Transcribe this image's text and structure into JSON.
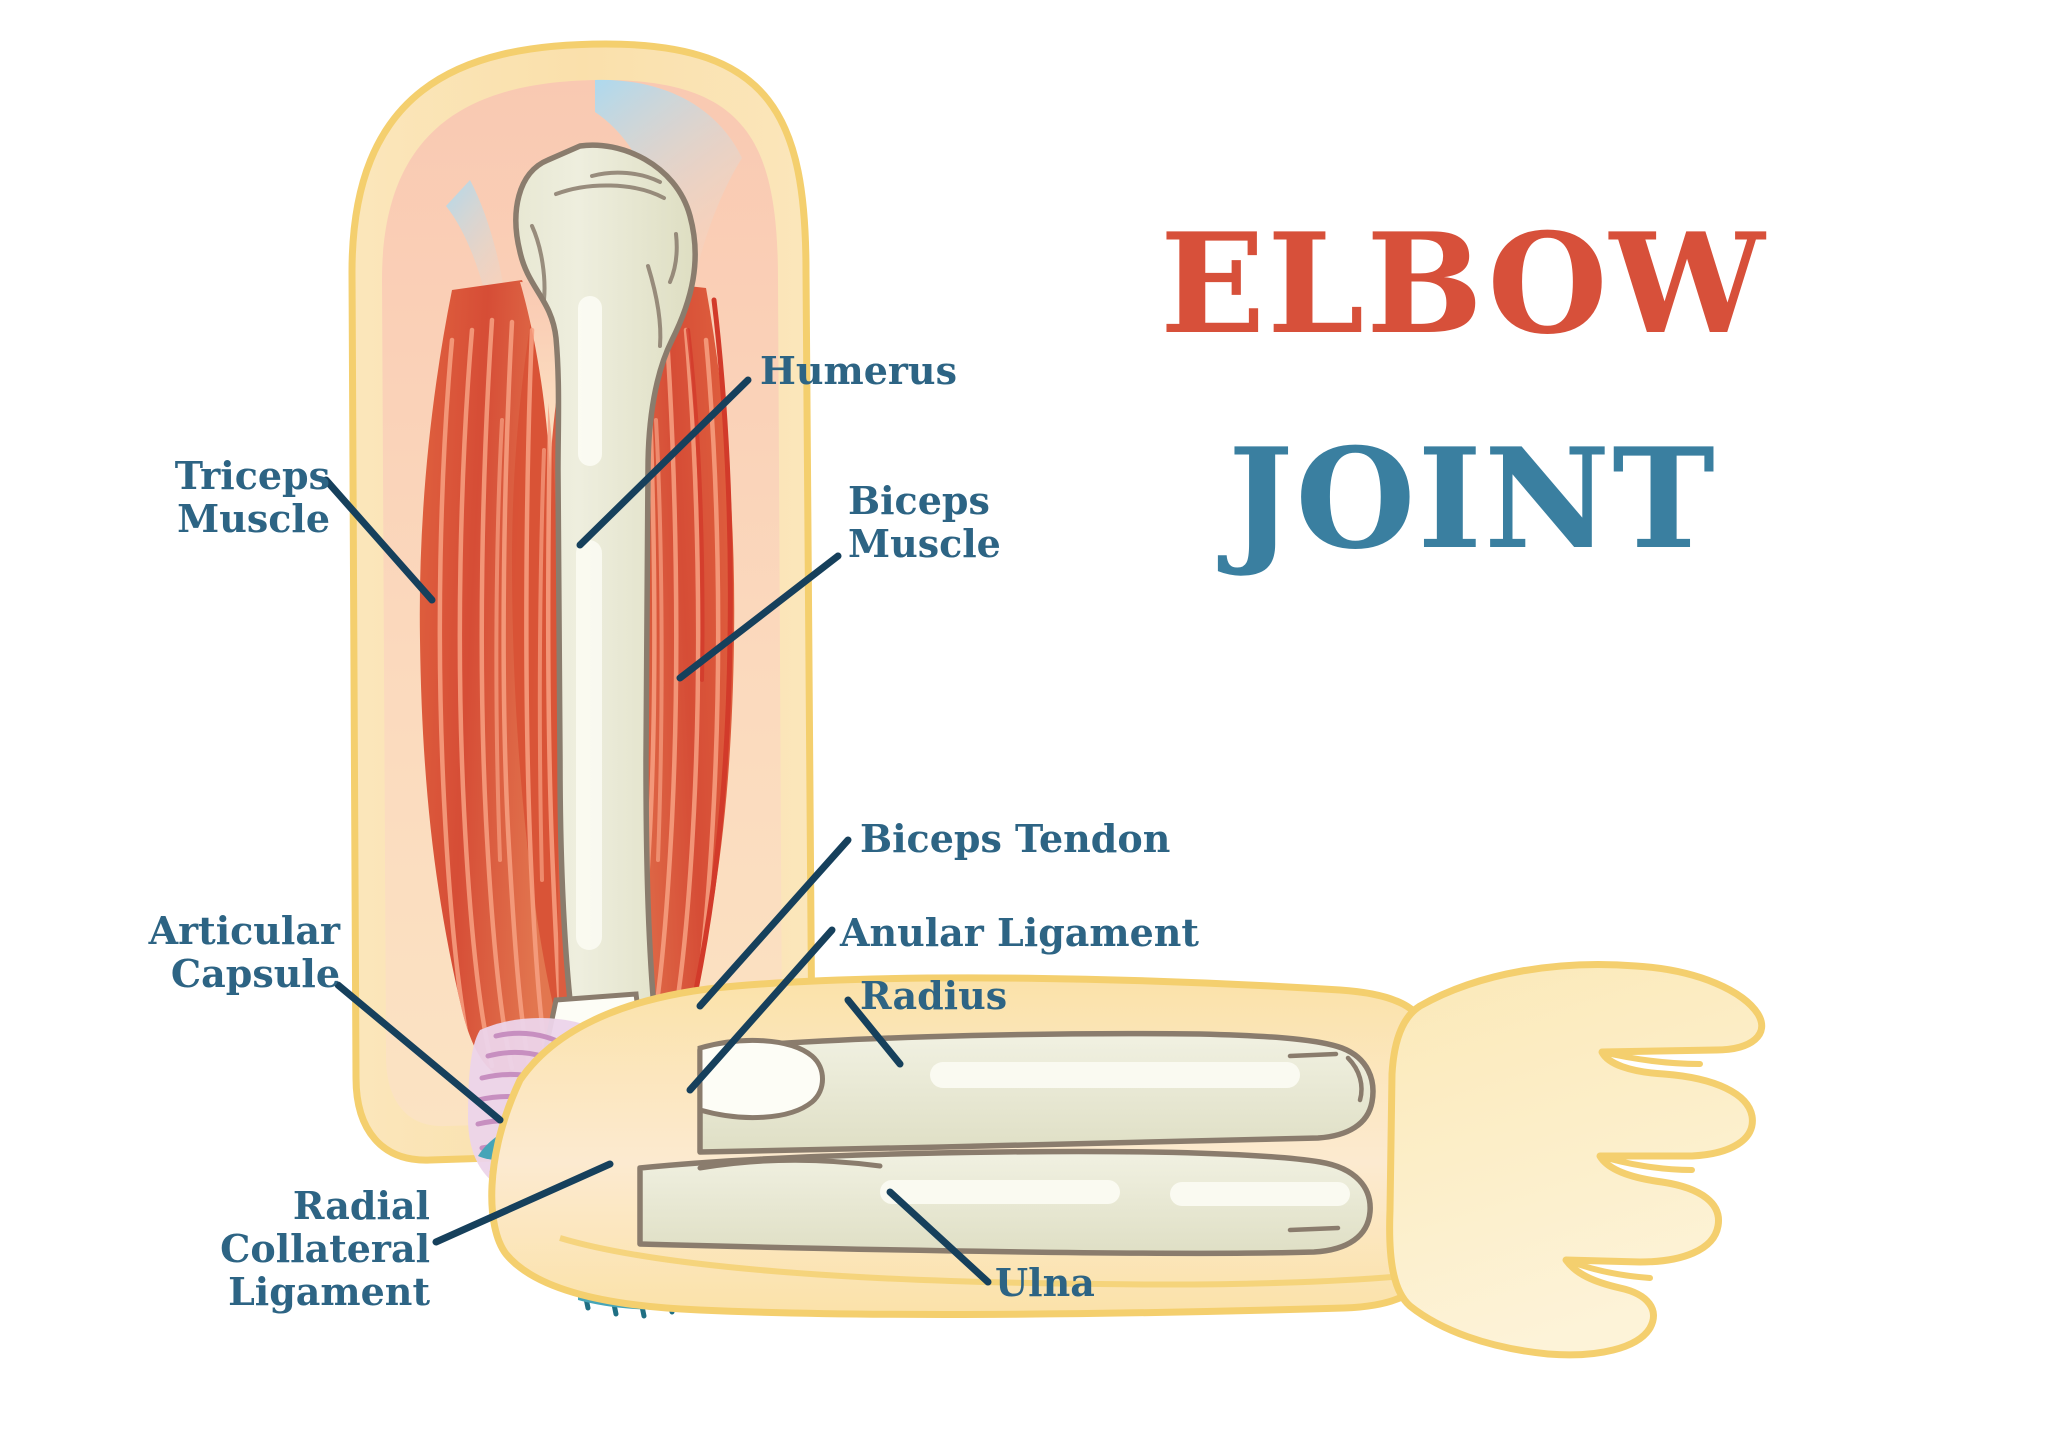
{
  "title": {
    "line1": "ELBOW",
    "line2": "JOINT",
    "line1_color": "#d7503a",
    "line2_color": "#3a7fa0"
  },
  "labels": {
    "triceps": "Triceps\nMuscle",
    "humerus": "Humerus",
    "biceps": "Biceps\nMuscle",
    "biceps_tendon": "Biceps Tendon",
    "anular_ligament": "Anular Ligament",
    "radius": "Radius",
    "articular_capsule": "Articular\nCapsule",
    "radial_collateral": "Radial\nCollateral\nLigament",
    "ulna": "Ulna",
    "color": "#2d6484"
  },
  "palette": {
    "skin_outline": "#f4cf6e",
    "skin_fill_upper": "#f9deaa",
    "skin_fill_fore": "#fbe7b4",
    "hand_fill": "#fcedc3",
    "inner_tissue": "#f9cdb4",
    "muscle_dark": "#d64d36",
    "muscle_mid": "#e2623f",
    "muscle_fiber": "#f59a7a",
    "bone_fill": "#e4e4cb",
    "bone_outline": "#8a7c6d",
    "bone_highlight": "#fbfbf2",
    "ligament_teal": "#3e9fb3",
    "ligament_teal_dark": "#2b7f93",
    "capsule_pink": "#e6c2e0",
    "capsule_pink_line": "#c78fc0",
    "tendon_blue": "#b9e2f5",
    "leader_line": "#16405c"
  },
  "artwork": {
    "view": "lateral sagittal cutaway of a flexed right elbow",
    "structures": [
      "humerus shaft and head",
      "triceps muscle posterior",
      "biceps muscle anterior",
      "biceps tendon insertion",
      "anular ligament",
      "articular capsule",
      "radial collateral ligament",
      "radius",
      "ulna",
      "hand"
    ]
  }
}
